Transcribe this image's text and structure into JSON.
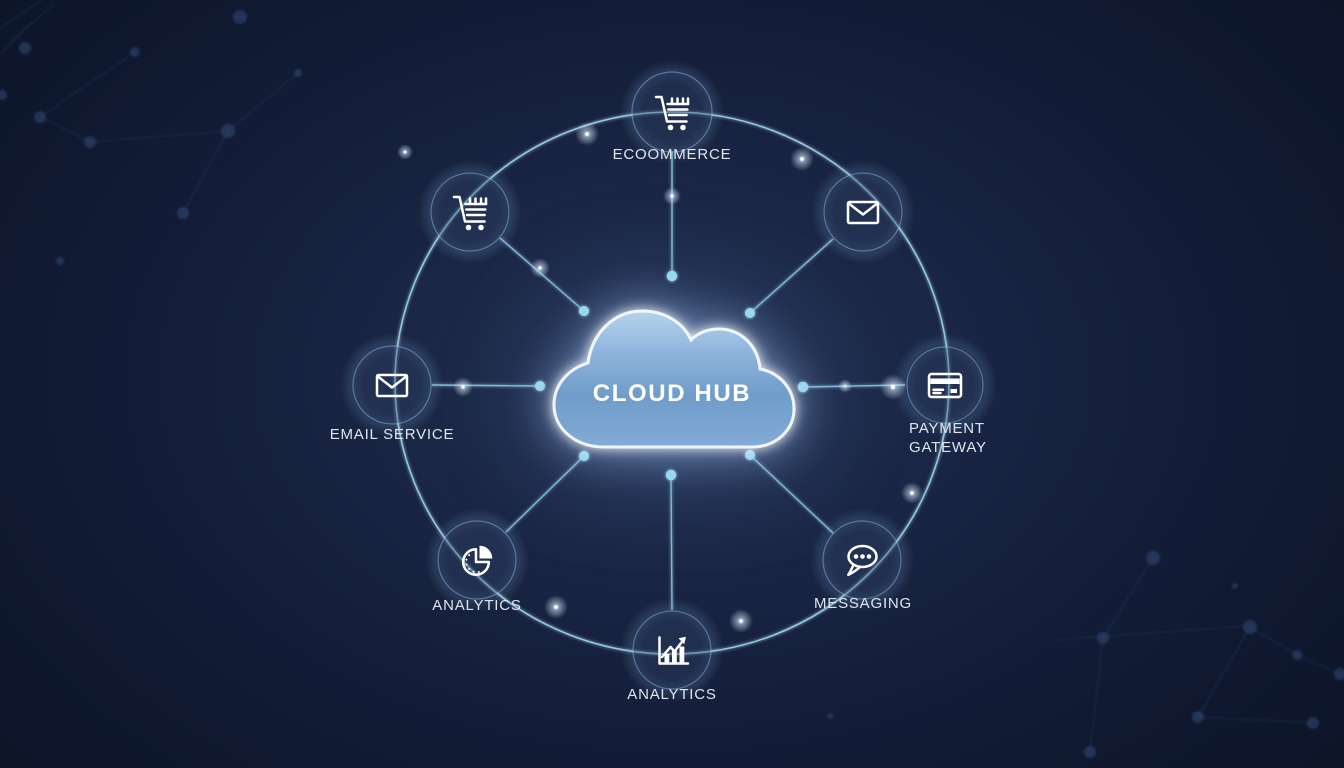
{
  "hub": {
    "label": "CLOUD HUB",
    "icon": "cloud-icon"
  },
  "nodes": [
    {
      "id": "ecommerce",
      "position": "top",
      "label": "ECOOMMERCE",
      "icon": "shopping-cart-icon"
    },
    {
      "id": "cart",
      "position": "upper-left",
      "label": "",
      "icon": "shopping-cart-icon"
    },
    {
      "id": "mail",
      "position": "upper-right",
      "label": "",
      "icon": "envelope-icon"
    },
    {
      "id": "email-service",
      "position": "left",
      "label": "EMAIL SERVICE",
      "icon": "envelope-icon"
    },
    {
      "id": "payment-gateway",
      "position": "right",
      "label": "PAYMENT GATEWAY",
      "label_line1": "PAYMENT",
      "label_line2": "GATEWAY",
      "icon": "credit-card-icon"
    },
    {
      "id": "analytics-pie",
      "position": "lower-left",
      "label": "ANALYTICS",
      "icon": "pie-chart-icon"
    },
    {
      "id": "messaging",
      "position": "lower-right",
      "label": "MESSAGING",
      "icon": "chat-bubble-icon"
    },
    {
      "id": "analytics-bar",
      "position": "bottom",
      "label": "ANALYTICS",
      "icon": "bar-chart-icon"
    }
  ],
  "colors": {
    "background": "#131d38",
    "line": "#9fd4e8",
    "connector_dot": "#9adcf0",
    "cloud_fill": "#6f9cca",
    "label": "#dfe6ef",
    "sparkle": "#ffffff"
  }
}
